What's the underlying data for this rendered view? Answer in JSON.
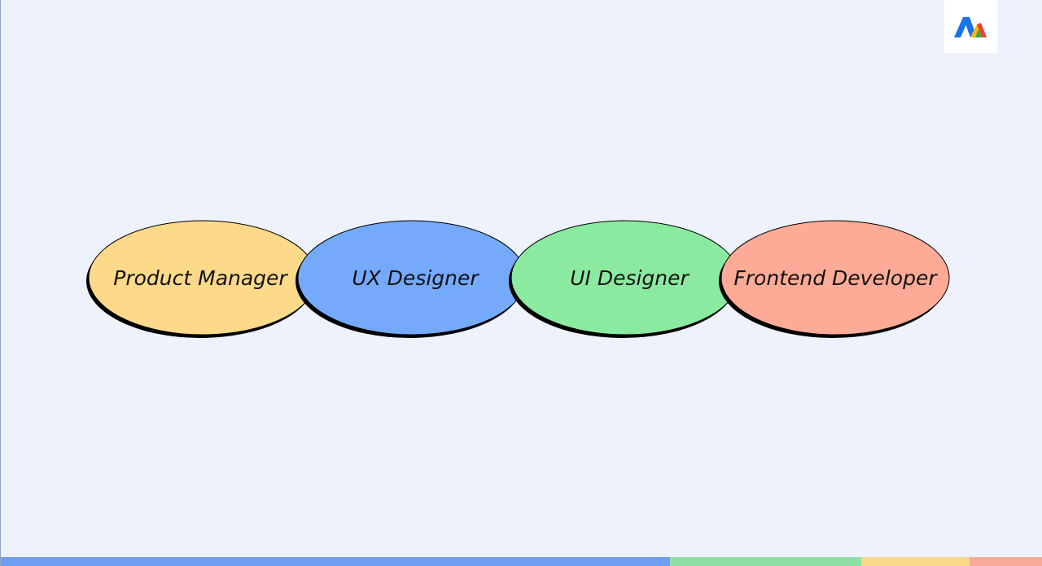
{
  "roles": [
    {
      "label": "Product Manager",
      "color": "#fdd98a"
    },
    {
      "label": "UX Designer",
      "color": "#75a9fb"
    },
    {
      "label": "UI Designer",
      "color": "#8aeaa0"
    },
    {
      "label": "Frontend Developer",
      "color": "#fdab96"
    }
  ],
  "logo": {
    "icon": "brand-mountain-icon",
    "colors": [
      "#1a73e8",
      "#34a853",
      "#fbbc04",
      "#ea4335"
    ]
  },
  "bottom_bar": {
    "colors": [
      "#6d9ef2",
      "#8fe0a5",
      "#fbd98a",
      "#f9ac98"
    ]
  }
}
